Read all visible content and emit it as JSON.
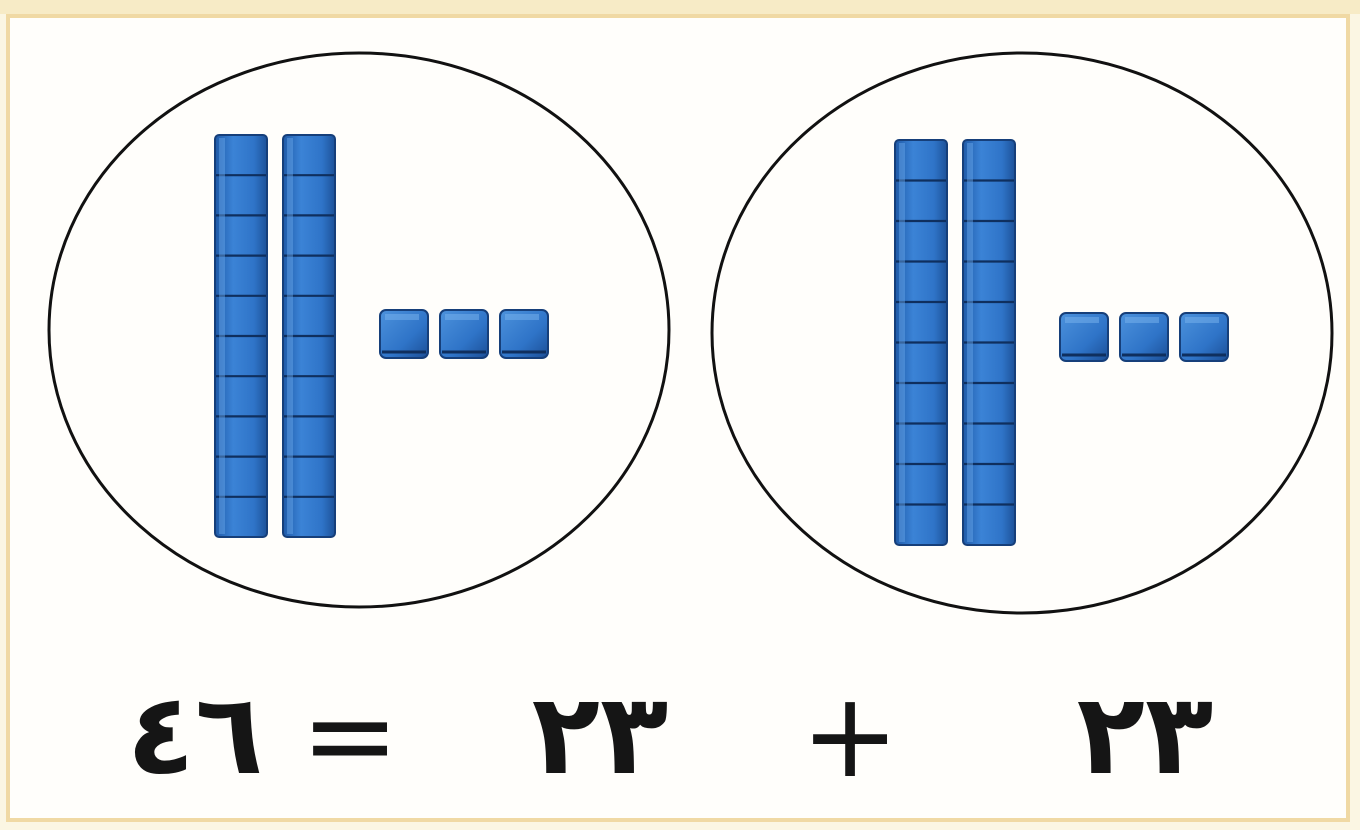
{
  "group_left": {
    "tens": 2,
    "ones": 3
  },
  "group_right": {
    "tens": 2,
    "ones": 3
  },
  "equation": {
    "result": "٤٦",
    "equals": "=",
    "addend_1": "٢٣",
    "plus": "+",
    "addend_2": "٢٣"
  },
  "colors": {
    "block_fill": "#2f74c8",
    "block_light": "#4c92dc",
    "block_dark": "#1b4e96",
    "circle_stroke": "#111111"
  },
  "icons": [
    "ten-rod-block-icon",
    "unit-cube-block-icon"
  ]
}
